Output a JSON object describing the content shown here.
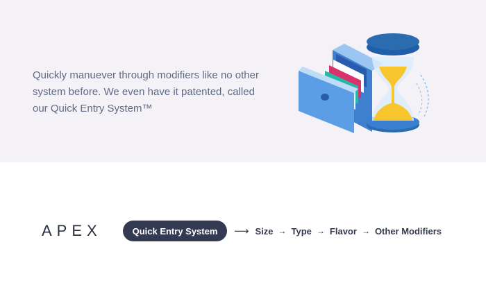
{
  "hero": {
    "text": "Quickly manuever through modifiers like no other system before. We even have it patented, called our Quick Entry System™"
  },
  "flow_row": {
    "logo": "APEX",
    "badge": "Quick Entry System",
    "first_arrow": "⟶",
    "arrow": "→",
    "steps": [
      "Size",
      "Type",
      "Flavor",
      "Other Modifiers"
    ]
  },
  "colors": {
    "hero_background": "#f4f2f7",
    "body_text": "#5f6a84",
    "badge_background": "#343a52",
    "drawer_blue": "#5b9ee6",
    "hourglass_gold": "#f7c62f",
    "hourglass_cap": "#2b6cb0"
  },
  "icons": {
    "illustration": "file-drawer-hourglass-icon"
  }
}
